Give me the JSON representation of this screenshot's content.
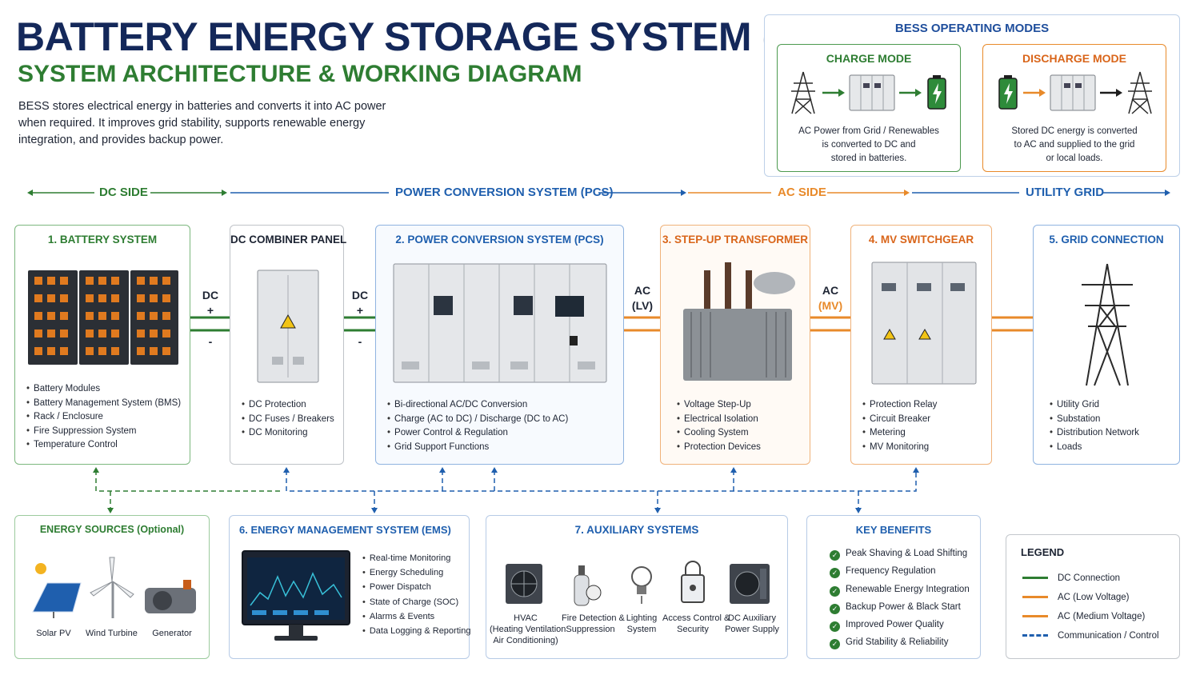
{
  "header": {
    "title": "BATTERY ENERGY STORAGE SYSTEM (BESS)",
    "subtitle": "SYSTEM ARCHITECTURE & WORKING DIAGRAM",
    "intro": "BESS stores electrical energy in batteries and converts it into AC power when required. It improves grid stability, supports renewable energy integration, and provides backup power."
  },
  "modes": {
    "title": "BESS OPERATING MODES",
    "charge": {
      "title": "CHARGE MODE",
      "desc": [
        "AC Power from Grid / Renewables",
        "is converted to DC and",
        "stored in batteries."
      ]
    },
    "discharge": {
      "title": "DISCHARGE MODE",
      "desc": [
        "Stored DC energy is converted",
        "to AC and supplied to the grid",
        "or local loads."
      ]
    }
  },
  "bands": {
    "dc": "DC SIDE",
    "pcs": "POWER CONVERSION SYSTEM (PCS)",
    "ac": "AC SIDE",
    "grid": "UTILITY GRID"
  },
  "connectors": {
    "dc1": {
      "line1": "DC",
      "line2": "+",
      "line3": "-"
    },
    "dc2": {
      "line1": "DC",
      "line2": "+",
      "line3": "-"
    },
    "aclv": {
      "line1": "AC",
      "line2": "(LV)"
    },
    "acmv": {
      "line1": "AC",
      "line2": "(MV)"
    }
  },
  "components": [
    {
      "title": "1. BATTERY SYSTEM",
      "items": [
        "Battery Modules",
        "Battery Management System (BMS)",
        "Rack / Enclosure",
        "Fire Suppression System",
        "Temperature Control"
      ]
    },
    {
      "title": "DC COMBINER PANEL",
      "items": [
        "DC Protection",
        "DC Fuses / Breakers",
        "DC Monitoring"
      ]
    },
    {
      "title": "2. POWER CONVERSION SYSTEM (PCS)",
      "items": [
        "Bi-directional AC/DC Conversion",
        "Charge (AC to DC) / Discharge (DC to AC)",
        "Power Control & Regulation",
        "Grid Support Functions"
      ]
    },
    {
      "title": "3. STEP-UP TRANSFORMER",
      "items": [
        "Voltage Step-Up",
        "Electrical Isolation",
        "Cooling System",
        "Protection Devices"
      ]
    },
    {
      "title": "4. MV SWITCHGEAR",
      "items": [
        "Protection Relay",
        "Circuit Breaker",
        "Metering",
        "MV Monitoring"
      ]
    },
    {
      "title": "5. GRID CONNECTION",
      "items": [
        "Utility Grid",
        "Substation",
        "Distribution Network",
        "Loads"
      ]
    }
  ],
  "energy_sources": {
    "title": "ENERGY SOURCES (Optional)",
    "items": [
      "Solar PV",
      "Wind Turbine",
      "Generator"
    ]
  },
  "ems": {
    "title": "6. ENERGY MANAGEMENT SYSTEM (EMS)",
    "items": [
      "Real-time Monitoring",
      "Energy Scheduling",
      "Power Dispatch",
      "State of Charge (SOC)",
      "Alarms & Events",
      "Data Logging & Reporting"
    ]
  },
  "auxiliary": {
    "title": "7. AUXILIARY SYSTEMS",
    "items": [
      {
        "lines": [
          "HVAC",
          "(Heating Ventilation",
          "Air Conditioning)"
        ]
      },
      {
        "lines": [
          "Fire Detection &",
          "Suppression"
        ]
      },
      {
        "lines": [
          "Lighting",
          "System"
        ]
      },
      {
        "lines": [
          "Access Control &",
          "Security"
        ]
      },
      {
        "lines": [
          "DC Auxiliary",
          "Power Supply"
        ]
      }
    ]
  },
  "benefits": {
    "title": "KEY BENEFITS",
    "items": [
      "Peak Shaving & Load Shifting",
      "Frequency Regulation",
      "Renewable Energy Integration",
      "Backup Power & Black Start",
      "Improved Power Quality",
      "Grid Stability & Reliability"
    ]
  },
  "legend": {
    "title": "LEGEND",
    "items": [
      "DC Connection",
      "AC (Low Voltage)",
      "AC (Medium Voltage)",
      "Communication / Control"
    ]
  },
  "colors": {
    "navy": "#14285a",
    "green": "#2e7d32",
    "blue": "#1f5fae",
    "orange": "#e88a2a",
    "dark_orange": "#c95a12"
  }
}
